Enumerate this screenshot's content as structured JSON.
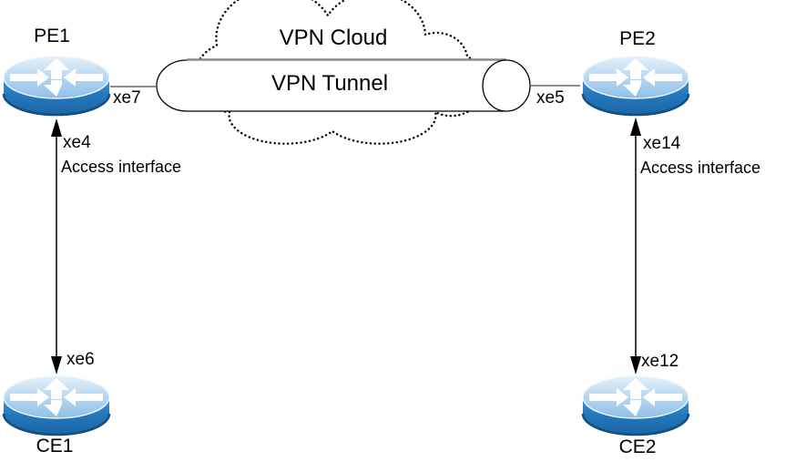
{
  "diagram": {
    "title_implicit": "VPN network topology",
    "nodes": {
      "pe1": {
        "label": "PE1",
        "type": "router"
      },
      "pe2": {
        "label": "PE2",
        "type": "router"
      },
      "ce1": {
        "label": "CE1",
        "type": "router"
      },
      "ce2": {
        "label": "CE2",
        "type": "router"
      }
    },
    "cloud": {
      "label": "VPN Cloud"
    },
    "tunnel": {
      "label": "VPN Tunnel"
    },
    "links": {
      "pe1_tunnel": {
        "label": "xe7"
      },
      "tunnel_pe2": {
        "label": "xe5"
      },
      "pe1_ce1": {
        "pe_label": "xe4",
        "desc": "Access interface",
        "ce_label": "xe6"
      },
      "pe2_ce2": {
        "pe_label": "xe14",
        "desc": "Access interface",
        "ce_label": "xe12"
      }
    },
    "colors": {
      "router_top_light": "#d9ecfa",
      "router_top_dark": "#9cc6ea",
      "router_body_light": "#3e8cca",
      "router_body_dark": "#1c6cae",
      "router_rim": "#134f80",
      "arrow_glyph": "#ffffff",
      "outline": "#000000",
      "tunnel_top_edge": "#8c8c8c",
      "connector": "#666666",
      "text": "#000000",
      "background": "#ffffff"
    }
  }
}
